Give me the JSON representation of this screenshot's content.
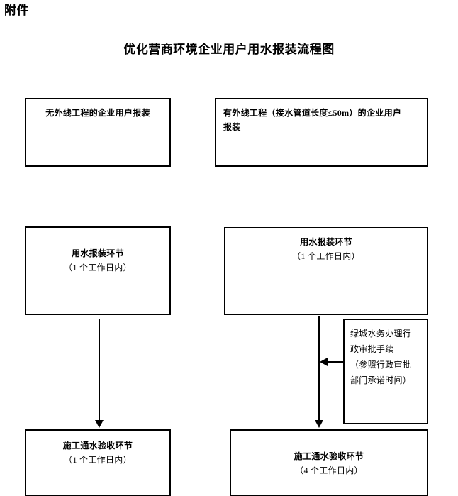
{
  "document": {
    "attachment_label": "附件",
    "title": "优化营商环境企业用户用水报装流程图"
  },
  "nodes": {
    "no_exterior": {
      "line1": "无外线工程的企业用户报装"
    },
    "with_exterior": {
      "line1": "有外线工程（接水管道长度≤50m）的企业用户",
      "line2": "报装"
    },
    "apply_left": {
      "line1": "用水报装环节",
      "line2": "（1 个工作日内）"
    },
    "apply_right": {
      "line1": "用水报装环节",
      "line2": "（1 个工作日内）"
    },
    "approval": {
      "line1": "绿城水务办理行",
      "line2": "政审批手续",
      "line3": "（参照行政审批",
      "line4": "部门承诺时间）"
    },
    "accept_left": {
      "line1": "施工通水验收环节",
      "line2": "（1 个工作日内）"
    },
    "accept_right": {
      "line1": "施工通水验收环节",
      "line2": "（4 个工作日内）"
    }
  },
  "colors": {
    "stroke": "#000000",
    "background": "#ffffff",
    "text": "#000000"
  }
}
